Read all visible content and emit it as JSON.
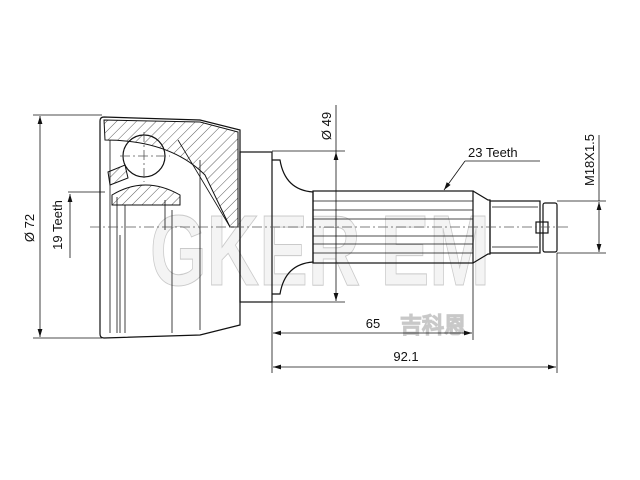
{
  "dimensions": {
    "outer_diameter": "Ø 72",
    "inner_spline": "19 Teeth",
    "seal_diameter": "Ø 49",
    "outer_spline": "23 Teeth",
    "thread": "M18X1.5",
    "spline_length": "65",
    "total_length": "92.1"
  },
  "watermark": {
    "latin": "GKER EM",
    "chinese": "吉科恩"
  }
}
